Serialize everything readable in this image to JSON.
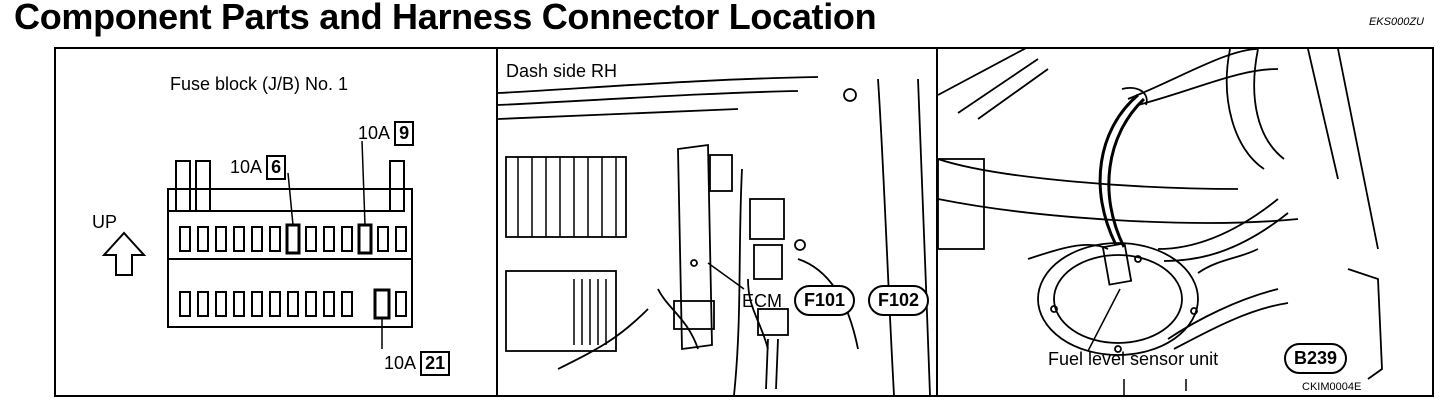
{
  "title": "Component Parts and Harness Connector Location",
  "doc_code": "EKS000ZU",
  "panels": {
    "fuse": {
      "caption": "Fuse block (J/B) No. 1",
      "up_label": "UP",
      "fuses": [
        {
          "amp": "10A",
          "number": "6"
        },
        {
          "amp": "10A",
          "number": "9"
        },
        {
          "amp": "10A",
          "number": "21"
        }
      ]
    },
    "dash": {
      "caption": "Dash side RH",
      "ecm_label": "ECM",
      "connectors": [
        "F101",
        "F102"
      ]
    },
    "fuel": {
      "label": "Fuel level sensor unit",
      "connector": "B239",
      "figure_code": "CKIM0004E"
    }
  }
}
